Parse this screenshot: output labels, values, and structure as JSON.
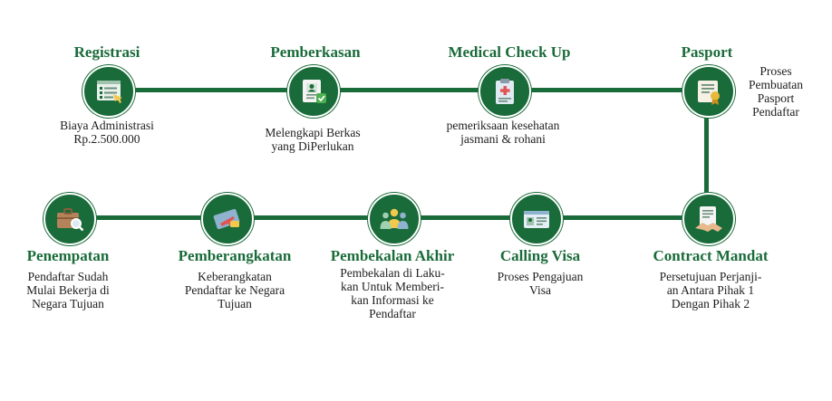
{
  "colors": {
    "accent": "#1a6b3a",
    "icon_light": "#ffffff"
  },
  "steps": [
    {
      "title": "Registrasi",
      "desc": "Biaya Administrasi\nRp.2.500.000",
      "icon": "checklist-form-icon"
    },
    {
      "title": "Pemberkasan",
      "desc": "Melengkapi Berkas\nyang DiPerlukan",
      "icon": "document-check-icon"
    },
    {
      "title": "Medical Check Up",
      "desc": "pemeriksaan kesehatan\njasmani & rohani",
      "icon": "medical-clipboard-icon"
    },
    {
      "title": "Pasport",
      "desc": "Proses\nPembuatan\nPasport\nPendaftar",
      "icon": "certificate-icon"
    },
    {
      "title": "Contract Mandat",
      "desc": "Persetujuan Perjanji-\nan Antara Pihak 1\nDengan Pihak 2",
      "icon": "contract-handshake-icon"
    },
    {
      "title": "Calling Visa",
      "desc": "Proses Pengajuan\nVisa",
      "icon": "visa-card-icon"
    },
    {
      "title": "Pembekalan Akhir",
      "desc": "Pembekalan di Laku-\nkan Untuk Memberi-\nkan Informasi ke\nPendaftar",
      "icon": "group-people-icon"
    },
    {
      "title": "Pemberangkatan",
      "desc": "Keberangkatan\nPendaftar ke Negara\nTujuan",
      "icon": "plane-ticket-icon"
    },
    {
      "title": "Penempatan",
      "desc": "Pendaftar Sudah\nMulai Bekerja di\nNegara Tujuan",
      "icon": "briefcase-search-icon"
    }
  ]
}
